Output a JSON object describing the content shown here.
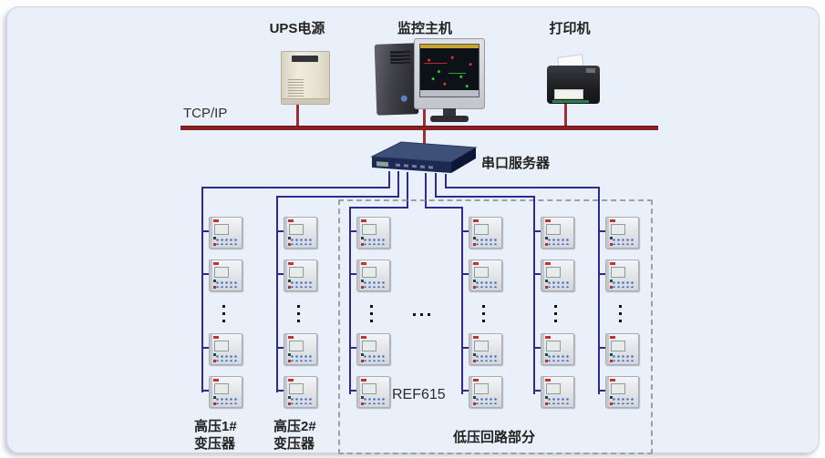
{
  "labels": {
    "ups": "UPS电源",
    "host": "监控主机",
    "printer": "打印机",
    "tcpip": "TCP/IP",
    "serial_server": "串口服务器",
    "hv1_line1": "高压1#",
    "hv1_line2": "变压器",
    "hv2_line1": "高压2#",
    "hv2_line2": "变压器",
    "relay_model": "REF615",
    "lv_section": "低压回路部分"
  },
  "colors": {
    "panel_bg": "#e9f0fa",
    "tcpip_bus_red": "#8a2125",
    "serial_line_blue": "#2c2c90",
    "dashed_border_gray": "#98a0a8"
  },
  "topology": {
    "bus_protocol": "TCP/IP",
    "top_row_devices": [
      "UPS电源",
      "监控主机",
      "打印机"
    ],
    "serial_server": "串口服务器",
    "relay_model": "REF615",
    "relay_columns": [
      {
        "group": "高压1#变压器",
        "visible_devices": 4,
        "more_indicator": true,
        "in_dashed_box": false
      },
      {
        "group": "高压2#变压器",
        "visible_devices": 4,
        "more_indicator": true,
        "in_dashed_box": false
      },
      {
        "group": "低压回路部分",
        "visible_devices": 4,
        "more_indicator": true,
        "in_dashed_box": true
      },
      {
        "group": "低压回路部分",
        "visible_devices": 4,
        "more_indicator": true,
        "in_dashed_box": true
      },
      {
        "group": "低压回路部分",
        "visible_devices": 4,
        "more_indicator": true,
        "in_dashed_box": true
      },
      {
        "group": "低压回路部分",
        "visible_devices": 4,
        "more_indicator": true,
        "in_dashed_box": true
      }
    ],
    "more_columns_indicator": true
  }
}
